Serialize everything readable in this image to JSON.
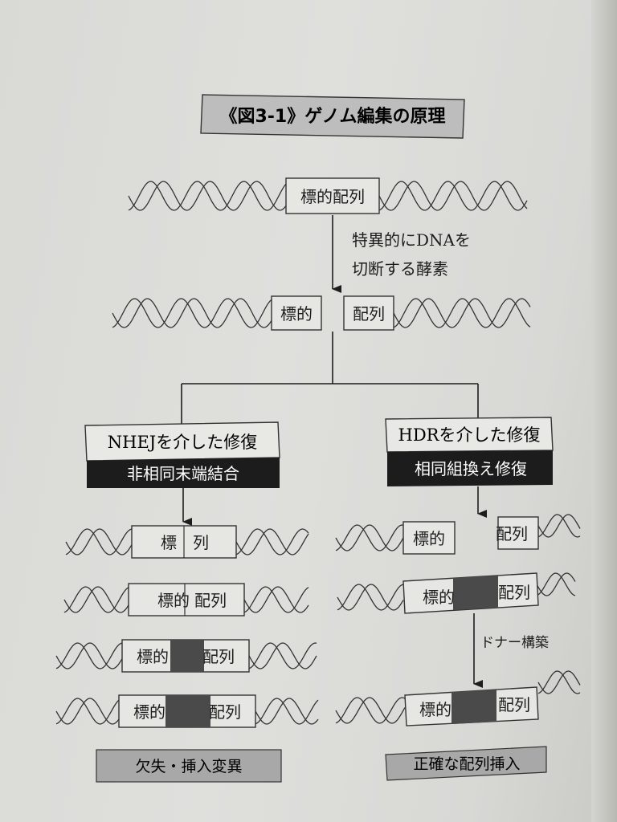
{
  "title": "《図3-1》ゲノム編集の原理",
  "target": {
    "full": "標的配列",
    "left": "標的",
    "right": "配列",
    "left_single": "標",
    "right_single": "列",
    "left_partial": "標的",
    "right_partial": "配列"
  },
  "enzyme_label": [
    "特異的にDNAを",
    "切断する酵素"
  ],
  "nhej": {
    "title": "NHEJを介した修復",
    "subtitle": "非相同末端結合",
    "outcome": "欠失・挿入変異"
  },
  "hdr": {
    "title": "HDRを介した修復",
    "subtitle": "相同組換え修復",
    "donor_label": "ドナー構築",
    "outcome": "正確な配列挿入"
  },
  "colors": {
    "insert": "#4a4a4a",
    "reverse_box": "#1c1c1c",
    "caption_box": "#a8a8a8",
    "title_box": "#bdbdbd"
  }
}
